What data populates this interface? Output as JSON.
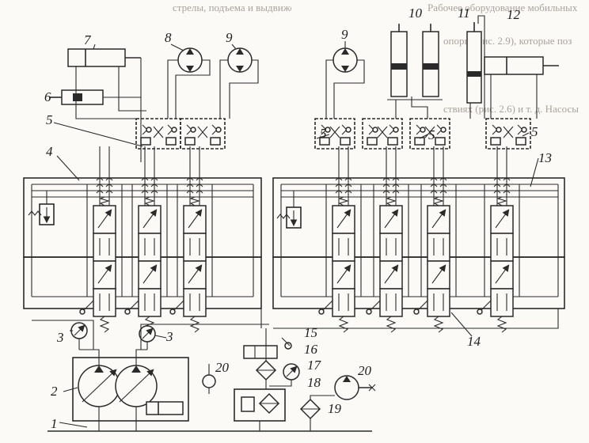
{
  "labels": {
    "l1": "1",
    "l2": "2",
    "l3a": "3",
    "l3b": "3",
    "l4": "4",
    "l5a": "5",
    "l5b": "5",
    "l5c": "5",
    "l5d": "5",
    "l6": "6",
    "l7": "7",
    "l8": "8",
    "l9a": "9",
    "l9b": "9",
    "l10": "10",
    "l11": "11",
    "l12": "12",
    "l13": "13",
    "l14": "14",
    "l15": "15",
    "l16": "16",
    "l17": "17",
    "l18": "18",
    "l19": "19",
    "l20a": "20",
    "l20b": "20"
  },
  "background_text": {
    "top_left": "стрелы, подъема и выдвижения ",
    "top_right": "Рабочее оборудование мобильных",
    "right_1": "опоры (рис. 2.9), которые поз",
    "right_2": "ствиях (рис. 2.6) и т. д. Насосы"
  },
  "colors": {
    "ink": "#2a2a2a",
    "paper": "#fbfaf7",
    "ghost": "#a8a39a"
  }
}
